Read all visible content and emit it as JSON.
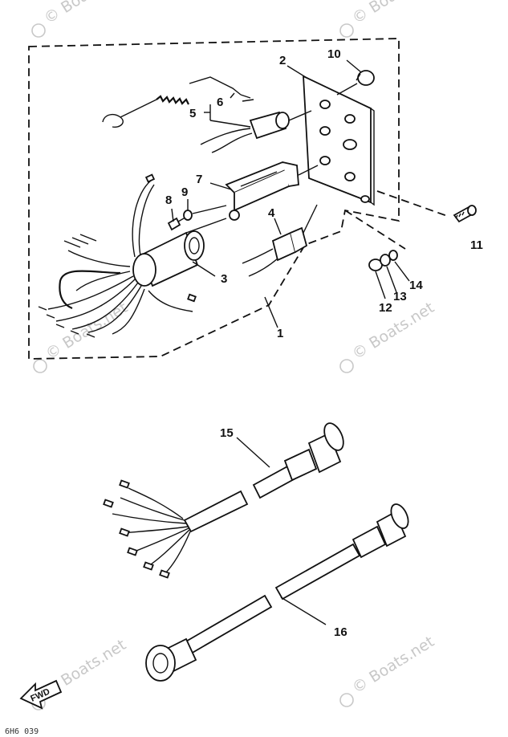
{
  "watermarks": [
    "© Boats.net",
    "© Boats.net",
    "© Boats.net",
    "© Boats.net",
    "© Boats.net",
    "© Boats.net"
  ],
  "callouts": [
    "1",
    "2",
    "3",
    "4",
    "5",
    "6",
    "7",
    "8",
    "9",
    "10",
    "11",
    "12",
    "13",
    "14",
    "15",
    "16"
  ],
  "direction_marker": "FWD",
  "footer_code": "6H6 039"
}
